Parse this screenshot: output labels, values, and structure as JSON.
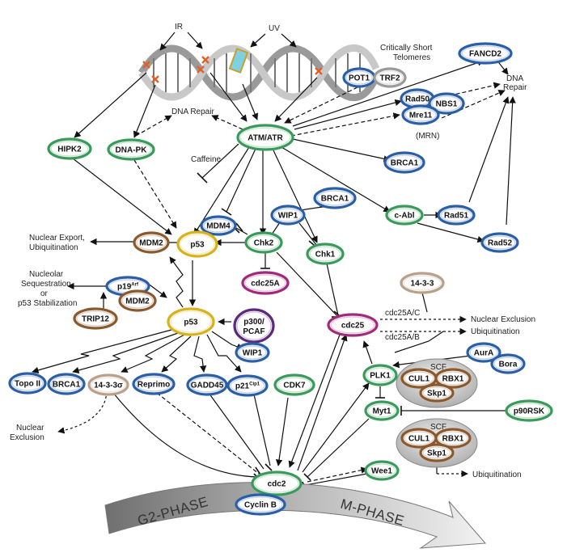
{
  "colors": {
    "green": "#3a9a5a",
    "blue": "#2a5fa8",
    "brown": "#8a5a2e",
    "yellow": "#d8b21a",
    "magenta": "#a02a7a",
    "purple": "#5c2a7a",
    "tan": "#b9a08a",
    "gray": "#9a9a9a"
  },
  "stimuli": {
    "ir": "IR",
    "uv": "UV",
    "telomeres_line1": "Critically Short",
    "telomeres_line2": "Telomeres",
    "caffeine": "Caffeine"
  },
  "nodes": {
    "fancd2": "FANCD2",
    "pot1": "POT1",
    "trf2": "TRF2",
    "rad50": "Rad50",
    "nbs1": "NBS1",
    "mre11": "Mre11",
    "atm_atr": "ATM/ATR",
    "hipk2": "HIPK2",
    "dna_pk": "DNA-PK",
    "brca1_top": "BRCA1",
    "brca1_mid": "BRCA1",
    "brca1_bottom": "BRCA1",
    "mdm4": "MDM4",
    "wip1_top": "WIP1",
    "wip1_bottom": "WIP1",
    "c_abl": "c-Abl",
    "rad51": "Rad51",
    "rad52": "Rad52",
    "mdm2_top": "MDM2",
    "p53_top": "p53",
    "chk2": "Chk2",
    "chk1": "Chk1",
    "cdc25a": "cdc25A",
    "p19": "p19",
    "p19_sup": "Arf",
    "mdm2_low": "MDM2",
    "trip12": "TRIP12",
    "p53_mid": "p53",
    "p300_line1": "p300/",
    "p300_line2": "PCAF",
    "cdc25": "cdc25",
    "14_3_3": "14-3-3",
    "topo2": "Topo II",
    "14_3_3sigma": "14-3-3σ",
    "reprimo": "Reprimo",
    "gadd45": "GADD45",
    "p21": "p21",
    "p21_sup": "Cip1",
    "cdk7": "CDK7",
    "plk1": "PLK1",
    "myt1": "Myt1",
    "aura": "AurA",
    "bora": "Bora",
    "scf1": "SCF",
    "cul1_a": "CUL1",
    "rbx1_a": "RBX1",
    "skp1_a": "Skp1",
    "scf2": "SCF",
    "cul1_b": "CUL1",
    "rbx1_b": "RBX1",
    "skp1_b": "Skp1",
    "p90rsk": "p90RSK",
    "wee1": "Wee1",
    "cdc2": "cdc2",
    "cyclin_b": "Cyclin B"
  },
  "labels": {
    "dna_repair_top_line1": "DNA",
    "dna_repair_top_line2": "Repair",
    "dna_repair_left": "DNA Repair",
    "mrn": "(MRN)",
    "nuclear_export_line1": "Nuclear Export,",
    "nuclear_export_line2": "Ubiquitination",
    "nucleolar_line1": "Nucleolar",
    "nucleolar_line2": "Sequestration",
    "nucleolar_line3": "or",
    "nucleolar_line4": "p53 Stabilization",
    "cdc25ac": "cdc25A/C",
    "cdc25ab": "cdc25A/B",
    "nuclear_exclusion_right": "Nuclear Exclusion",
    "ubiquitination_right": "Ubiquitination",
    "nuclear_exclusion_left_line1": "Nuclear",
    "nuclear_exclusion_left_line2": "Exclusion",
    "ubiquitination_bottom": "Ubiquitination"
  },
  "phases": {
    "g2": "G2-PHASE",
    "m": "M-PHASE"
  }
}
